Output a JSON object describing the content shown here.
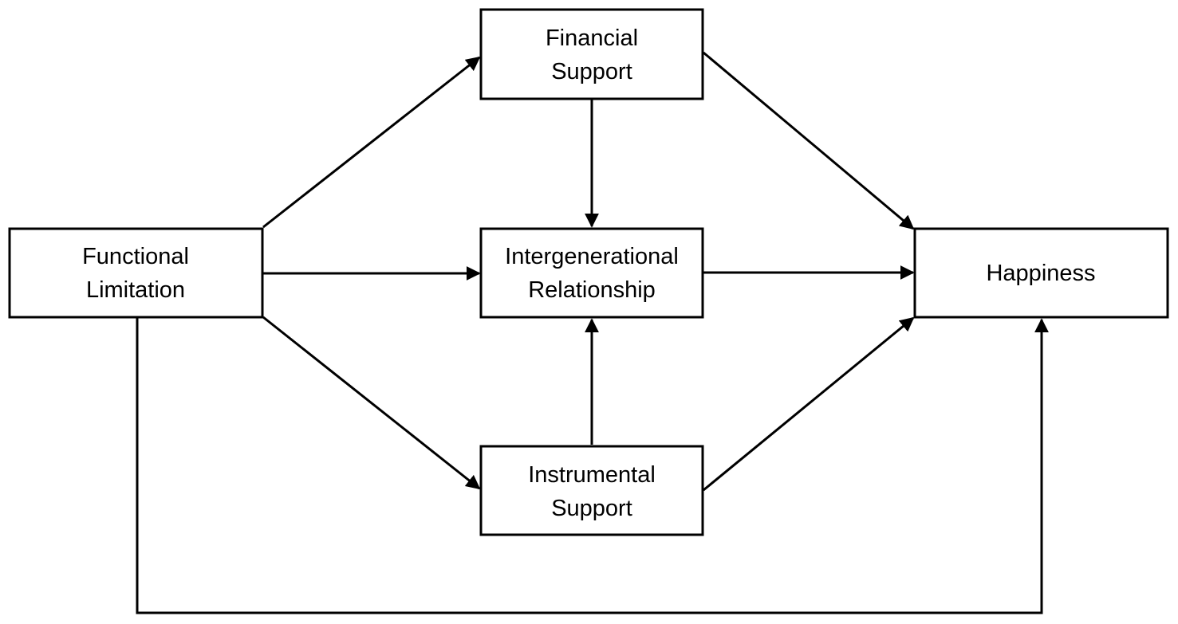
{
  "nodes": {
    "financial_support": {
      "line1": "Financial",
      "line2": "Support"
    },
    "functional_limitation": {
      "line1": "Functional",
      "line2": "Limitation"
    },
    "intergenerational_relationship": {
      "line1": "Intergenerational",
      "line2": "Relationship"
    },
    "happiness": {
      "line1": "Happiness"
    },
    "instrumental_support": {
      "line1": "Instrumental",
      "line2": "Support"
    }
  },
  "edges": [
    {
      "from": "Functional Limitation",
      "to": "Financial Support"
    },
    {
      "from": "Functional Limitation",
      "to": "Intergenerational Relationship"
    },
    {
      "from": "Functional Limitation",
      "to": "Instrumental Support"
    },
    {
      "from": "Functional Limitation",
      "to": "Happiness"
    },
    {
      "from": "Financial Support",
      "to": "Intergenerational Relationship"
    },
    {
      "from": "Financial Support",
      "to": "Happiness"
    },
    {
      "from": "Instrumental Support",
      "to": "Intergenerational Relationship"
    },
    {
      "from": "Instrumental Support",
      "to": "Happiness"
    },
    {
      "from": "Intergenerational Relationship",
      "to": "Happiness"
    }
  ],
  "colors": {
    "stroke": "#000000",
    "fill": "#ffffff",
    "text": "#000000"
  }
}
